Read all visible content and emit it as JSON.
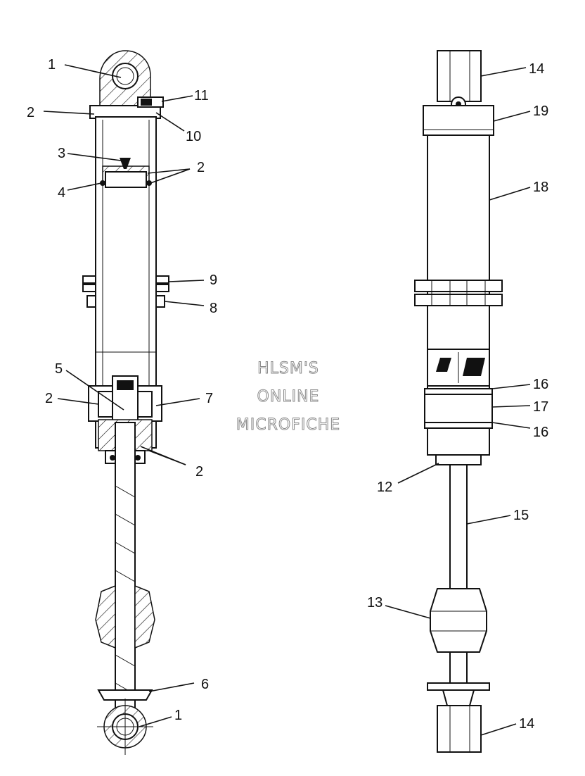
{
  "watermark": {
    "line1": "HLSM'S",
    "line2": "ONLINE",
    "line3": "MICROFICHE"
  },
  "callouts": {
    "left_1_top": "1",
    "left_2_top": "2",
    "left_11": "11",
    "left_10": "10",
    "left_3": "3",
    "left_2_piston": "2",
    "left_4": "4",
    "left_9": "9",
    "left_8": "8",
    "left_5": "5",
    "left_2_seal": "2",
    "left_7": "7",
    "left_2_bottom": "2",
    "left_6": "6",
    "left_1_bottom": "1",
    "right_14_top": "14",
    "right_19": "19",
    "right_18": "18",
    "right_16_upper": "16",
    "right_17": "17",
    "right_16_lower": "16",
    "right_12": "12",
    "right_15": "15",
    "right_13": "13",
    "right_14_bottom": "14"
  },
  "colors": {
    "line": "#111111",
    "watermark_outline": "#8a8a8a",
    "background": "#ffffff"
  }
}
